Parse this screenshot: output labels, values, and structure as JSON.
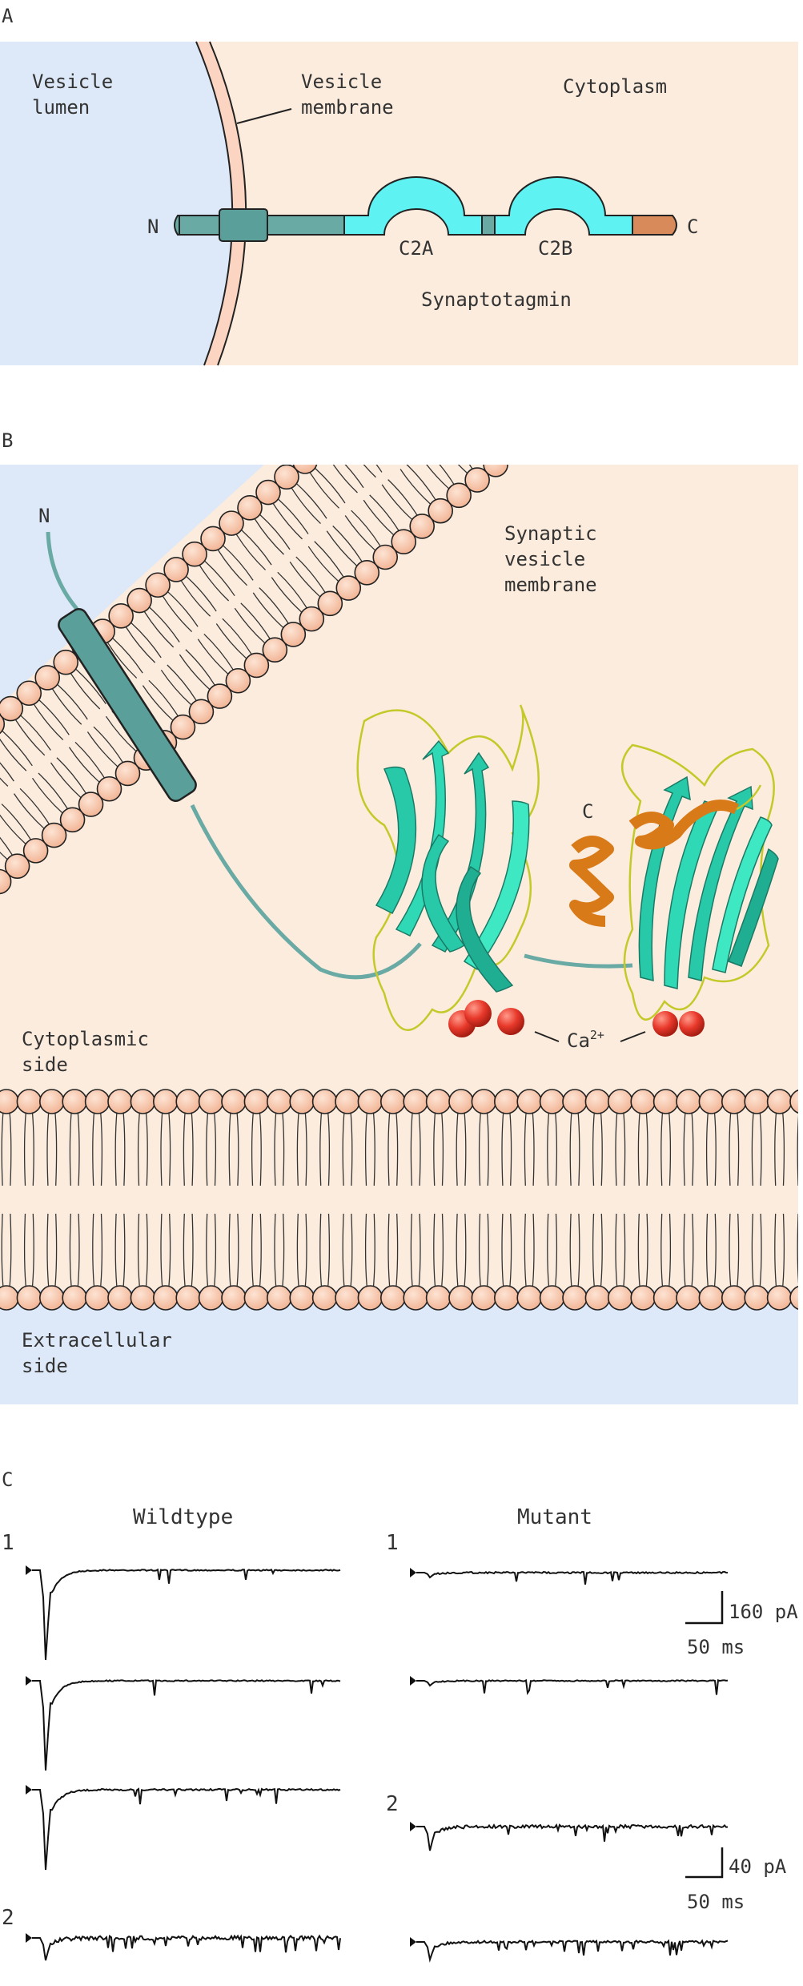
{
  "panel_a": {
    "label": "A",
    "vesicle_lumen_line1": "Vesicle",
    "vesicle_lumen_line2": "lumen",
    "vesicle_membrane_line1": "Vesicle",
    "vesicle_membrane_line2": "membrane",
    "cytoplasm": "Cytoplasm",
    "n_terminus": "N",
    "c_terminus": "C",
    "c2a": "C2A",
    "c2b": "C2B",
    "protein_name": "Synaptotagmin"
  },
  "panel_b": {
    "label": "B",
    "n_terminus": "N",
    "c_terminus": "C",
    "synaptic_line1": "Synaptic",
    "synaptic_line2": "vesicle",
    "synaptic_line3": "membrane",
    "cytoplasmic_line1": "Cytoplasmic",
    "cytoplasmic_line2": "side",
    "extracellular_line1": "Extracellular",
    "extracellular_line2": "side",
    "calcium": "Ca",
    "calcium_charge": "2+"
  },
  "panel_c": {
    "label": "C",
    "wildtype_title": "Wildtype",
    "mutant_title": "Mutant",
    "wt_group1_label": "1",
    "wt_group2_label": "2",
    "mut_group1_label": "1",
    "mut_group2_label": "2",
    "scale1_current": "160 pA",
    "scale1_time": "50 ms",
    "scale2_current": "40 pA",
    "scale2_time": "50 ms"
  },
  "colors": {
    "lumen_blue": "#dde9f8",
    "cytoplasm_peach": "#fcecdd",
    "membrane_peach": "#fbd5c2",
    "teal_domain": "#6aaaa5",
    "cyan_c2": "#5ff2f2",
    "orange_cterm": "#d98a5a",
    "lipid_head": "#f6c4a7",
    "strand_green": "#27c9a8",
    "helix_orange": "#d97a18",
    "loop_yellow": "#c4c92a",
    "calcium_red": "#e8392b"
  },
  "icons": [
    "lipid-bilayer",
    "transmembrane-helix",
    "c2-domain-ribbon",
    "calcium-ion-sphere",
    "stimulus-arrowhead"
  ]
}
